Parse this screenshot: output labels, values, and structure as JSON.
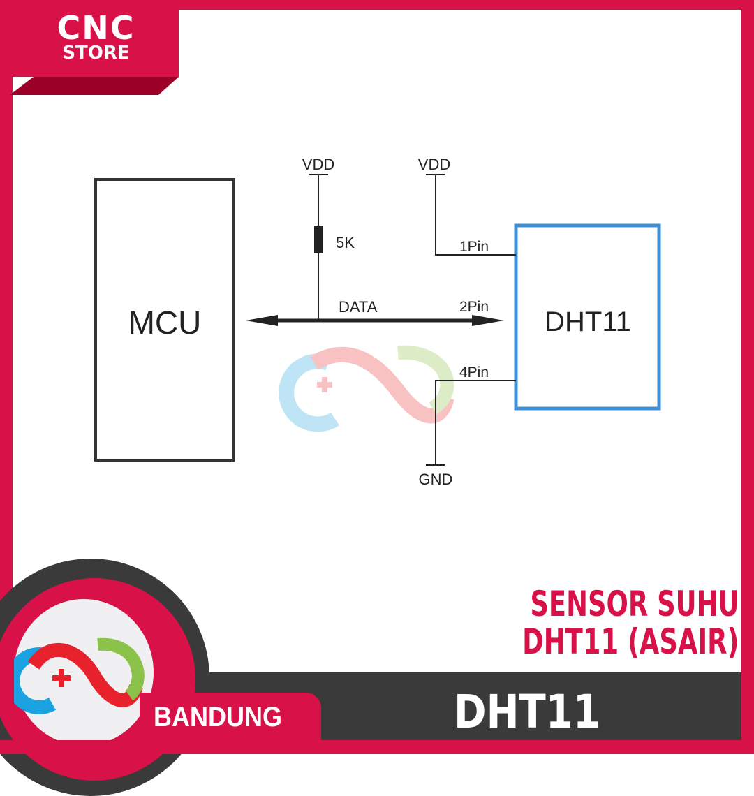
{
  "brand": {
    "line1": "CNC",
    "line2": "STORE",
    "location": "BANDUNG"
  },
  "diagram": {
    "mcu_label": "MCU",
    "sensor_label": "DHT11",
    "vdd_left": "VDD",
    "vdd_right": "VDD",
    "resistor": "5K",
    "data_label": "DATA",
    "pin1": "1Pin",
    "pin2": "2Pin",
    "pin4": "4Pin",
    "gnd": "GND"
  },
  "product": {
    "title_line1": "SENSOR SUHU",
    "title_line2": "DHT11 (ASAIR)",
    "model": "DHT11"
  },
  "colors": {
    "brand_red": "#d81249",
    "dark": "#3a3a3a",
    "sensor_box": "#3d8fd6"
  }
}
